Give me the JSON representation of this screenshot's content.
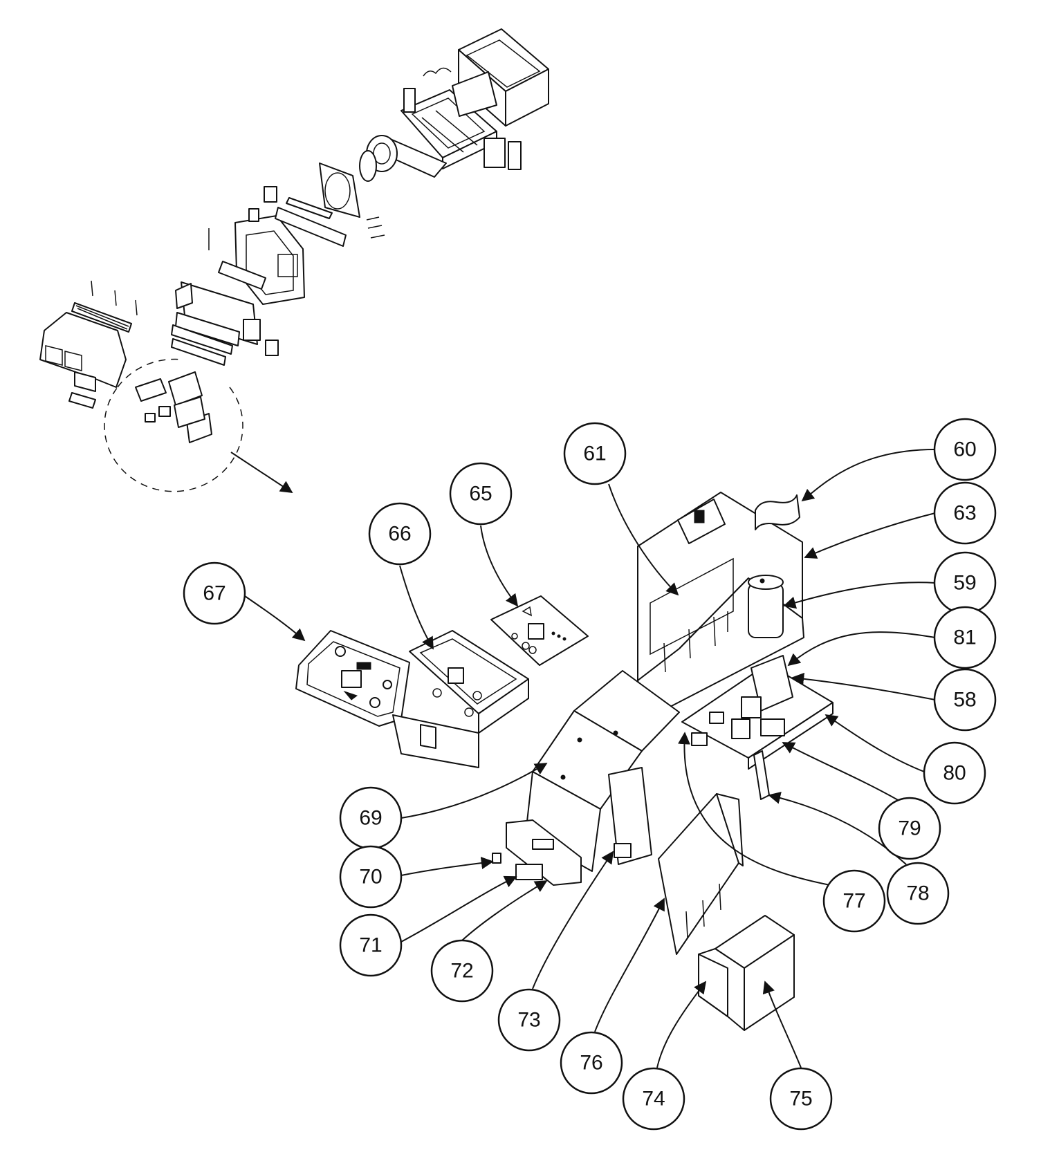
{
  "callouts": [
    {
      "id": "58",
      "label": "58"
    },
    {
      "id": "59",
      "label": "59"
    },
    {
      "id": "60",
      "label": "60"
    },
    {
      "id": "61",
      "label": "61"
    },
    {
      "id": "63",
      "label": "63"
    },
    {
      "id": "65",
      "label": "65"
    },
    {
      "id": "66",
      "label": "66"
    },
    {
      "id": "67",
      "label": "67"
    },
    {
      "id": "69",
      "label": "69"
    },
    {
      "id": "70",
      "label": "70"
    },
    {
      "id": "71",
      "label": "71"
    },
    {
      "id": "72",
      "label": "72"
    },
    {
      "id": "73",
      "label": "73"
    },
    {
      "id": "74",
      "label": "74"
    },
    {
      "id": "75",
      "label": "75"
    },
    {
      "id": "76",
      "label": "76"
    },
    {
      "id": "77",
      "label": "77"
    },
    {
      "id": "78",
      "label": "78"
    },
    {
      "id": "79",
      "label": "79"
    },
    {
      "id": "80",
      "label": "80"
    },
    {
      "id": "81",
      "label": "81"
    }
  ]
}
